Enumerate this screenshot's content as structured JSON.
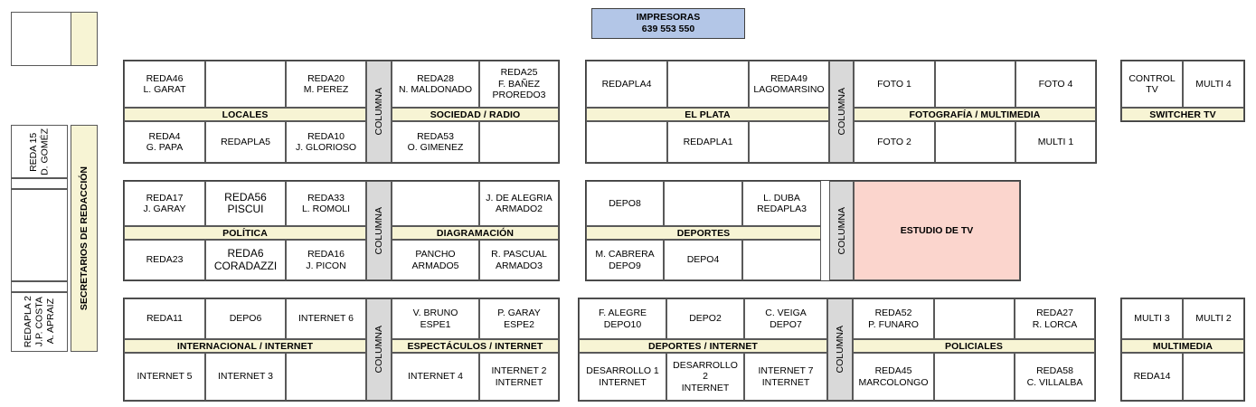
{
  "header": {
    "impresoras_title": "IMPRESORAS",
    "impresoras_codes": "639  553  550"
  },
  "columna_label": "COLUMNA",
  "sidebar": {
    "band_label": "SECRETARIOS DE REDACCIÓN",
    "top_box": "",
    "cells": [
      "REDA 15\nD. GOMÉZ",
      "",
      "",
      "REDAPLA 2\nJ.P. COSTA\nA. APRAIZ"
    ]
  },
  "blocks": [
    {
      "name": "locales",
      "label": "LOCALES",
      "top": [
        "REDA46\nL. GARAT",
        "",
        "REDA20\nM. PEREZ"
      ],
      "bottom": [
        "REDA4\nG. PAPA",
        "REDAPLA5",
        "REDA10\nJ. GLORIOSO"
      ]
    },
    {
      "name": "sociedad-radio",
      "label": "SOCIEDAD / RADIO",
      "top": [
        "REDA28\nN. MALDONADO",
        "REDA25\nF. BAÑEZ\nPROREDO3"
      ],
      "bottom": [
        "REDA53\nO. GIMENEZ",
        ""
      ]
    },
    {
      "name": "el-plata",
      "label": "EL PLATA",
      "top": [
        "REDAPLA4",
        "",
        "REDA49\nLAGOMARSINO"
      ],
      "bottom": [
        "",
        "REDAPLA1",
        ""
      ]
    },
    {
      "name": "fotografia-multimedia",
      "label": "FOTOGRAFÍA / MULTIMEDIA",
      "top": [
        "FOTO 1",
        "",
        "FOTO 4"
      ],
      "bottom": [
        "FOTO 2",
        "",
        "MULTI 1"
      ]
    },
    {
      "name": "switcher-tv",
      "label": "SWITCHER TV",
      "top": [
        "CONTROL TV",
        "MULTI 4"
      ],
      "bottom": []
    },
    {
      "name": "politica",
      "label": "POLÍTICA",
      "top": [
        "REDA17\nJ. GARAY",
        "REDA56\nPISCUI",
        "REDA33\nL. ROMOLI"
      ],
      "bottom": [
        "REDA23",
        "REDA6\nCORADAZZI",
        "REDA16\nJ. PICON"
      ]
    },
    {
      "name": "diagramacion",
      "label": "DIAGRAMACIÓN",
      "top": [
        "",
        "J. DE ALEGRIA\nARMADO2"
      ],
      "bottom": [
        "PANCHO\nARMADO5",
        "R. PASCUAL\nARMADO3"
      ]
    },
    {
      "name": "deportes",
      "label": "DEPORTES",
      "top": [
        "DEPO8",
        "",
        "L. DUBA\nREDAPLA3"
      ],
      "bottom": [
        "M. CABRERA\nDEPO9",
        "DEPO4",
        ""
      ]
    },
    {
      "name": "estudio-de-tv",
      "label": "ESTUDIO DE TV",
      "top": [],
      "bottom": []
    },
    {
      "name": "internacional-internet",
      "label": "INTERNACIONAL / INTERNET",
      "top": [
        "REDA11",
        "DEPO6",
        "INTERNET 6"
      ],
      "bottom": [
        "INTERNET 5",
        "INTERNET 3",
        ""
      ]
    },
    {
      "name": "espectaculos-internet",
      "label": "ESPECTÁCULOS / INTERNET",
      "top": [
        "V. BRUNO\nESPE1",
        "P. GARAY\nESPE2"
      ],
      "bottom": [
        "INTERNET 4",
        "INTERNET 2\nINTERNET"
      ]
    },
    {
      "name": "deportes-internet",
      "label": "DEPORTES / INTERNET",
      "top": [
        "F. ALEGRE\nDEPO10",
        "DEPO2",
        "C. VEIGA\nDEPO7"
      ],
      "bottom": [
        "DESARROLLO 1\nINTERNET",
        "DESARROLLO 2\nINTERNET",
        "INTERNET 7\nINTERNET"
      ]
    },
    {
      "name": "policiales",
      "label": "POLICIALES",
      "top": [
        "REDA52\nP. FUNARO",
        "",
        "REDA27\nR. LORCA"
      ],
      "bottom": [
        "REDA45\nMARCOLONGO",
        "",
        "REDA58\nC. VILLALBA"
      ]
    },
    {
      "name": "multimedia",
      "label": "MULTIMEDIA",
      "top": [
        "MULTI 3",
        "MULTI 2"
      ],
      "bottom": [
        "REDA14",
        ""
      ]
    }
  ],
  "colors": {
    "band_yellow": "#f7f4d4",
    "columna_gray": "#d9d9d9",
    "impresoras_blue": "#b3c6e7",
    "estudio_pink": "#fbd5cd",
    "border": "#595959"
  }
}
